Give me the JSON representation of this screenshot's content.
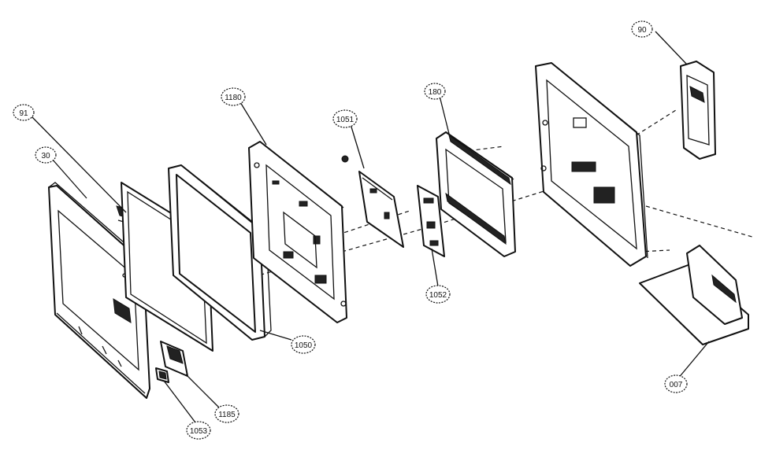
{
  "callouts": [
    {
      "id": "c91",
      "label": "91"
    },
    {
      "id": "c30",
      "label": "30"
    },
    {
      "id": "c1180",
      "label": "1180"
    },
    {
      "id": "c1051",
      "label": "1051"
    },
    {
      "id": "c180",
      "label": "180"
    },
    {
      "id": "c90",
      "label": "90"
    },
    {
      "id": "c1050",
      "label": "1050"
    },
    {
      "id": "c1052",
      "label": "1052"
    },
    {
      "id": "c1185",
      "label": "1185"
    },
    {
      "id": "c1053",
      "label": "1053"
    },
    {
      "id": "c007",
      "label": "007"
    }
  ]
}
